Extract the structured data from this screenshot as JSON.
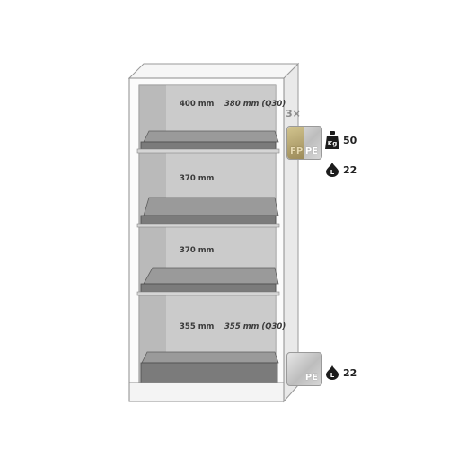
{
  "product": {
    "quantity_label": "3×",
    "compartments": [
      {
        "height_label": "400 mm",
        "alt_label": "380 mm (Q30)"
      },
      {
        "height_label": "370 mm"
      },
      {
        "height_label": "370 mm"
      },
      {
        "height_label": "355 mm",
        "alt_label": "355 mm (Q30)"
      }
    ],
    "shelf_tray": {
      "material_labels": [
        "FP",
        "PE"
      ],
      "load_capacity": "50",
      "load_icon_label": "Kg",
      "volume": "22"
    },
    "bottom_tray": {
      "material_label": "PE",
      "volume": "22",
      "volume_icon_label": "L"
    }
  },
  "icons": {
    "weight": "weight-kg-icon",
    "volume": "liquid-drop-volume-icon"
  }
}
